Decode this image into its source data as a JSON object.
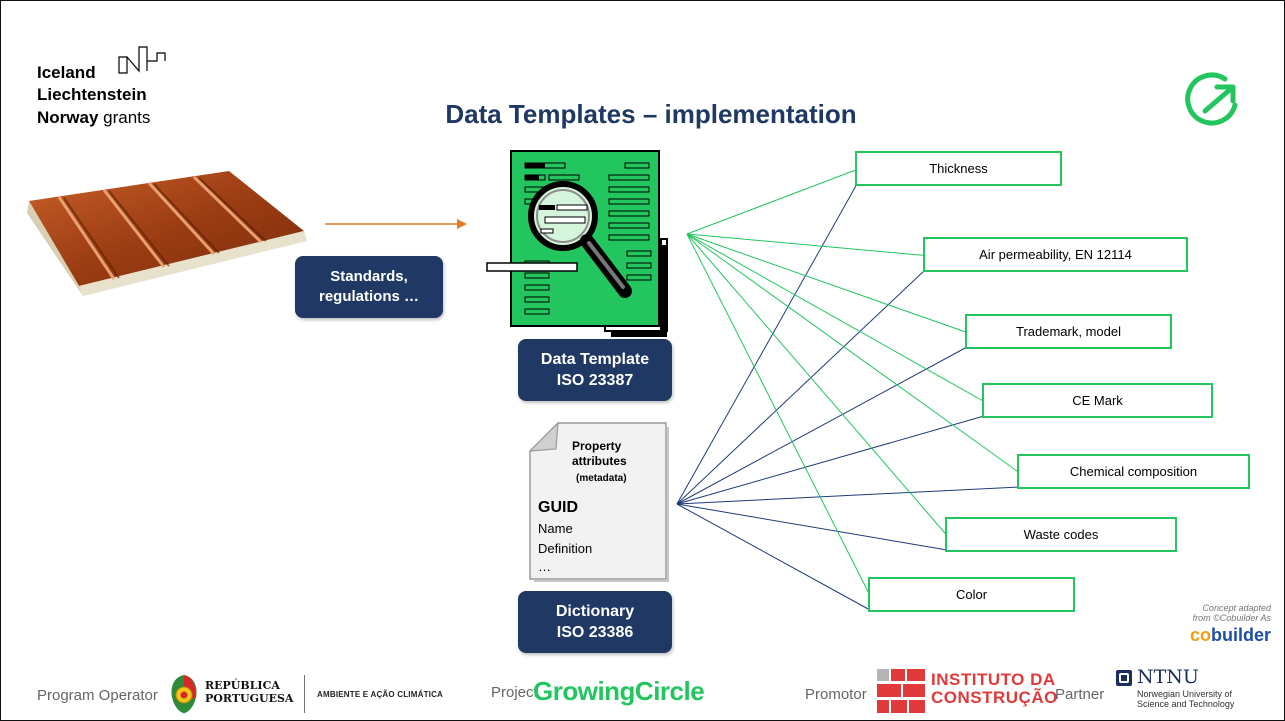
{
  "logo": {
    "line1": "Iceland",
    "line2": "Liechtenstein",
    "line3_bold": "Norway",
    "line3_rest": "grants"
  },
  "title": "Data Templates – implementation",
  "standards_box": {
    "line1": "Standards,",
    "line2": "regulations …"
  },
  "data_template_box": {
    "line1": "Data Template",
    "line2": "ISO 23387"
  },
  "property_doc": {
    "title_line1": "Property",
    "title_line2": "attributes",
    "subtitle": "(metadata)",
    "guid": "GUID",
    "name": "Name",
    "definition": "Definition",
    "ellipsis": "…"
  },
  "dictionary_box": {
    "line1": "Dictionary",
    "line2": "ISO 23386"
  },
  "properties": [
    "Thickness",
    "Air permeability, EN 12114",
    "Trademark, model",
    "CE Mark",
    "Chemical composition",
    "Waste codes",
    "Color"
  ],
  "credit": {
    "line1": "Concept adapted",
    "line2": "from ©Cobuilder As",
    "brand_co": "co",
    "brand_rest": "builder"
  },
  "footer": {
    "program_operator_label": "Program Operator",
    "republica_line1": "REPÚBLICA",
    "republica_line2": "PORTUGUESA",
    "ambiente": "AMBIENTE E AÇÃO CLIMÁTICA",
    "project_label": "Project",
    "project_name": "GrowingCircle",
    "promotor_label": "Promotor",
    "instituto_line1": "INSTITUTO DA",
    "instituto_line2": "CONSTRUÇÃO",
    "partner_label": "Partner",
    "ntnu": "NTNU",
    "ntnu_sub1": "Norwegian University of",
    "ntnu_sub2": "Science and Technology"
  },
  "colors": {
    "navy": "#1f3864",
    "green": "#22c55e",
    "line_navy": "#1f3a7a",
    "accent_orange": "#e07b27"
  }
}
